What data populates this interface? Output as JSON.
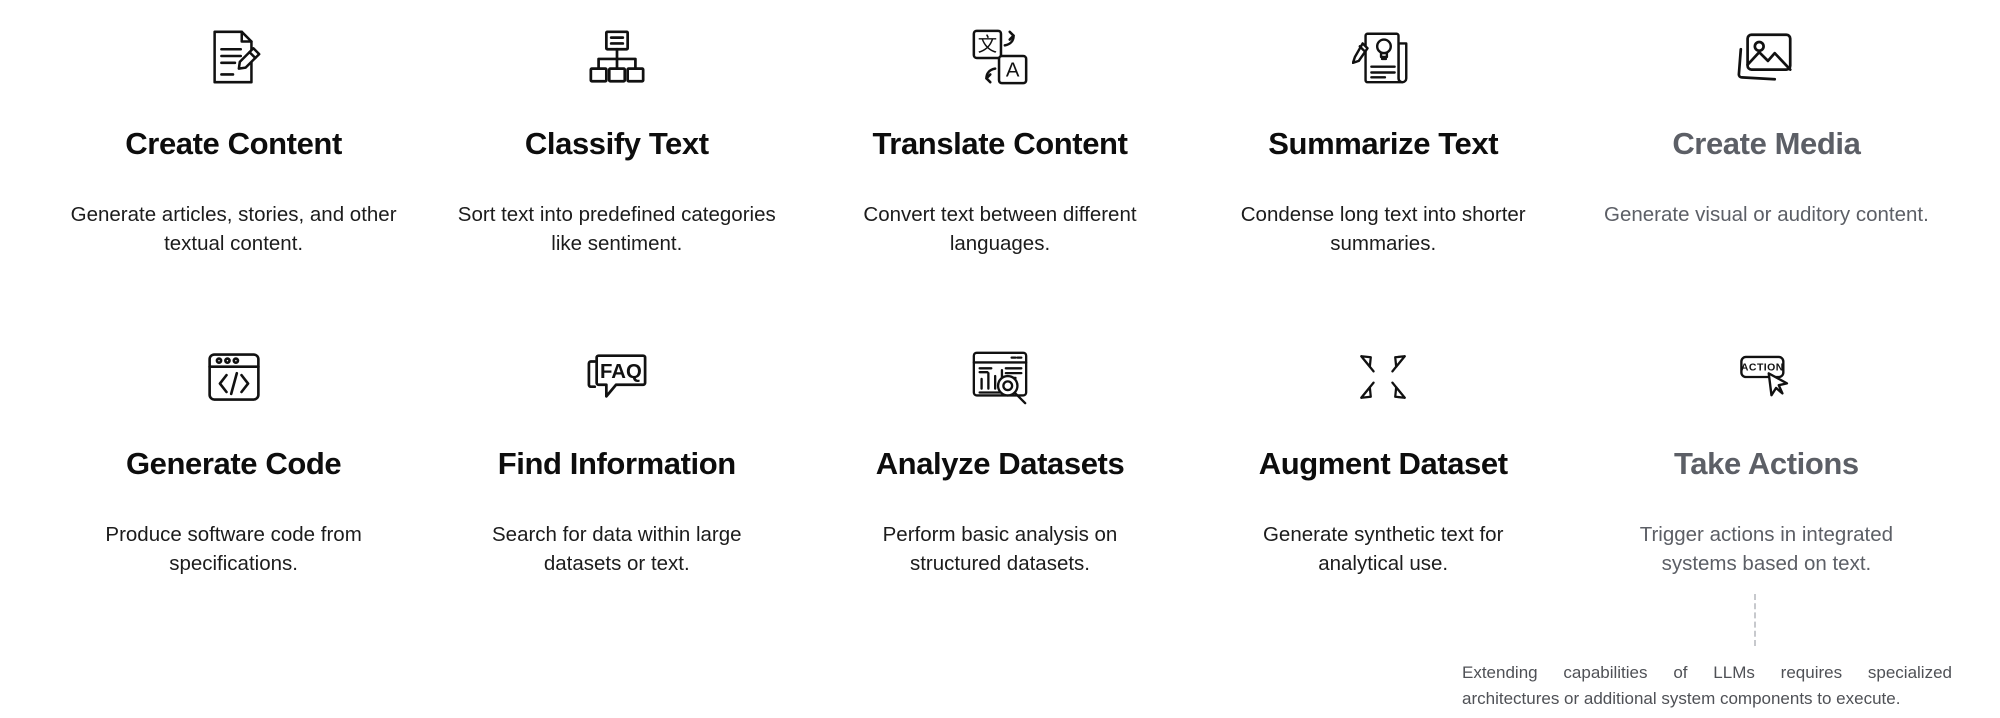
{
  "canvas": {
    "background": "#ffffff",
    "title_color": "#0d0d0d",
    "muted_color": "#5c5f66",
    "body_color": "#1c1c1c",
    "dash_color": "#c7c9cd"
  },
  "cards": [
    {
      "icon": "document-pencil-icon",
      "title": "Create Content",
      "description": "Generate articles, stories, and other textual content.",
      "muted": false
    },
    {
      "icon": "hierarchy-tree-icon",
      "title": "Classify Text",
      "description": "Sort text into predefined categories like sentiment.",
      "muted": false
    },
    {
      "icon": "translate-language-icon",
      "title": "Translate Content",
      "description": "Convert text between different languages.",
      "muted": false
    },
    {
      "icon": "document-lightbulb-pencil-icon",
      "title": "Summarize Text",
      "description": "Condense long text into shorter summaries.",
      "muted": false
    },
    {
      "icon": "image-stack-icon",
      "title": "Create Media",
      "description": "Generate visual or auditory content.",
      "muted": true
    },
    {
      "icon": "code-window-icon",
      "title": "Generate Code",
      "description": "Produce software code from specifications.",
      "muted": false
    },
    {
      "icon": "faq-speech-bubble-icon",
      "title": "Find Information",
      "description": "Search for data within large datasets or text.",
      "muted": false
    },
    {
      "icon": "analytics-magnifier-icon",
      "title": "Analyze Datasets",
      "description": "Perform basic analysis on structured datasets.",
      "muted": false
    },
    {
      "icon": "four-arrows-expand-icon",
      "title": "Augment Dataset",
      "description": "Generate synthetic text for analytical use.",
      "muted": false
    },
    {
      "icon": "action-button-cursor-icon",
      "title": "Take Actions",
      "description": "Trigger actions in integrated systems based on text.",
      "muted": true
    }
  ],
  "footnote": {
    "line1": "Extending capabilities of LLMs requires specialized",
    "line2": "architectures or additional system components to execute."
  },
  "icon_labels": {
    "translate_source_glyph": "文",
    "translate_target_glyph": "A",
    "code_glyph": "</>",
    "faq_glyph": "FAQ",
    "action_glyph": "ACTION"
  }
}
